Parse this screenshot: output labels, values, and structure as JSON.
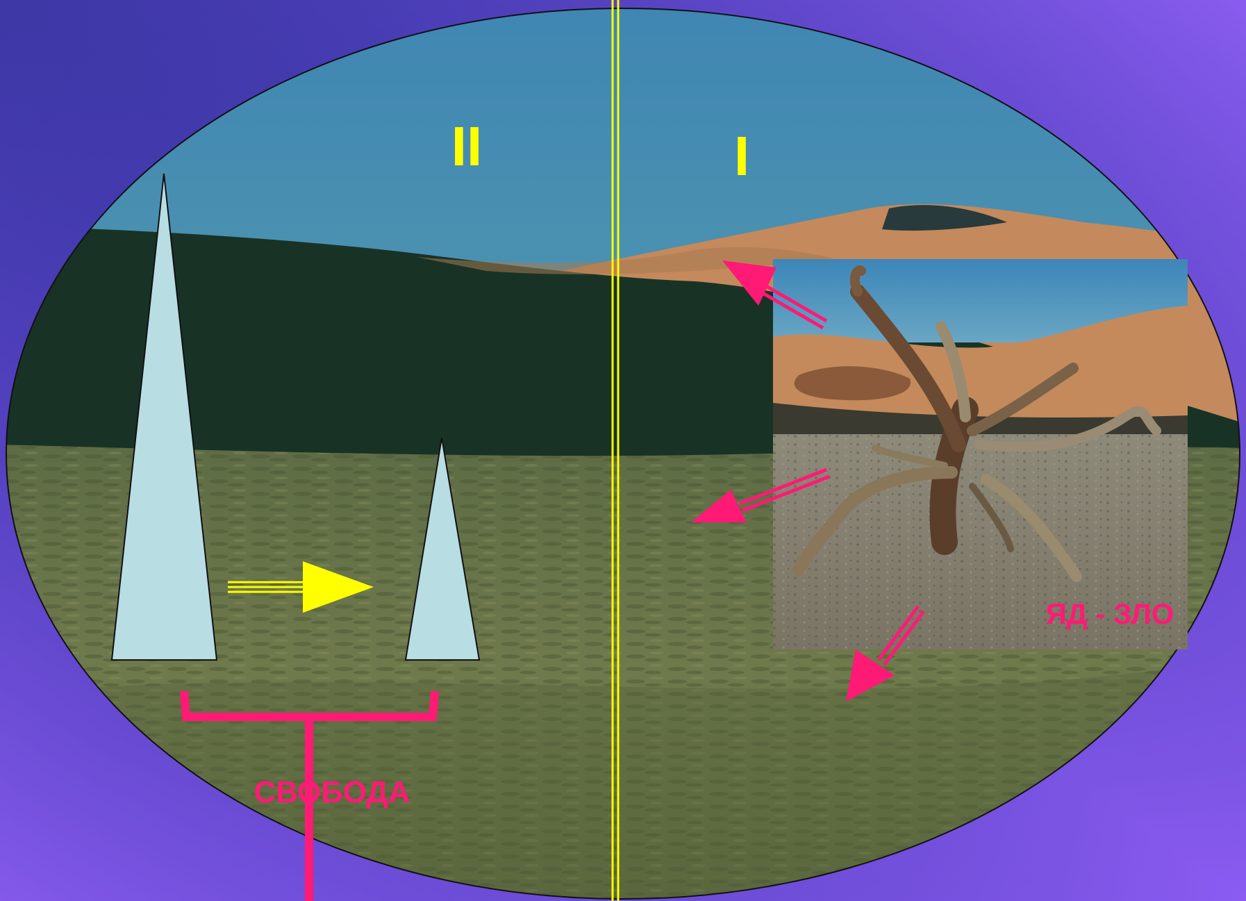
{
  "labels": {
    "section_two": "II",
    "section_one": "I",
    "svoboda": "СВОБОДА",
    "yad_zlo": "ЯД - ЗЛО"
  },
  "colors": {
    "background_dark": "#3a33a0",
    "background_light": "#8a5cf0",
    "sky": "#4a8ab2",
    "ground": "#6f7a4a",
    "dark_slope": "#1a3328",
    "dune": "#c48a5a",
    "accent_yellow": "#ffff00",
    "accent_pink": "#ff1a75",
    "spike_fill": "#b8dce2"
  },
  "icons": {
    "yellow_arrow": "arrow-right-icon",
    "pink_arrows": "arrow-icon",
    "bracket": "bracket-icon"
  }
}
